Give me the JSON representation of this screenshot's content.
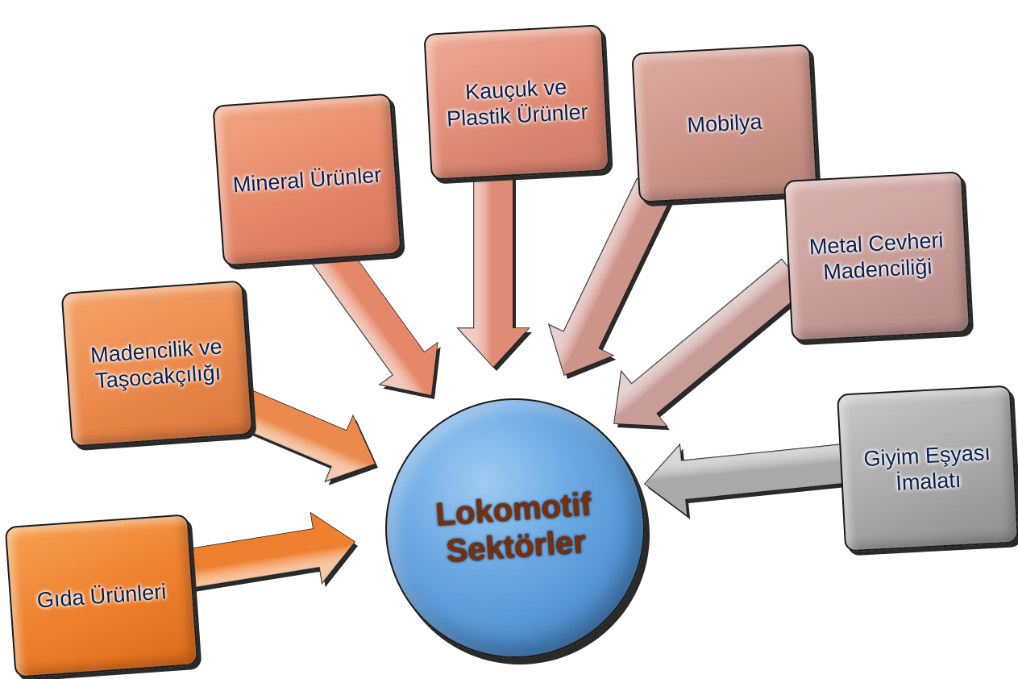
{
  "center": {
    "label": "Lokomotif\nSektörler",
    "color": "#5b9bd5"
  },
  "sectors": [
    {
      "id": "gida",
      "label": "Gıda Ürünleri",
      "color": "#ef8030"
    },
    {
      "id": "madencilik",
      "label": "Madencilik ve Taşocakçılığı",
      "color": "#eb8a4c"
    },
    {
      "id": "mineral",
      "label": "Mineral Ürünler",
      "color": "#e5886a"
    },
    {
      "id": "kaucuk",
      "label": "Kauçuk ve Plastik Ürünler",
      "color": "#df8c76"
    },
    {
      "id": "mobilya",
      "label": "Mobilya",
      "color": "#cd958a"
    },
    {
      "id": "metal",
      "label": "Metal Cevheri Madenciliği",
      "color": "#c89d98"
    },
    {
      "id": "giyim",
      "label": "Giyim Eşyası İmalatı",
      "color": "#a9a9a9"
    }
  ]
}
